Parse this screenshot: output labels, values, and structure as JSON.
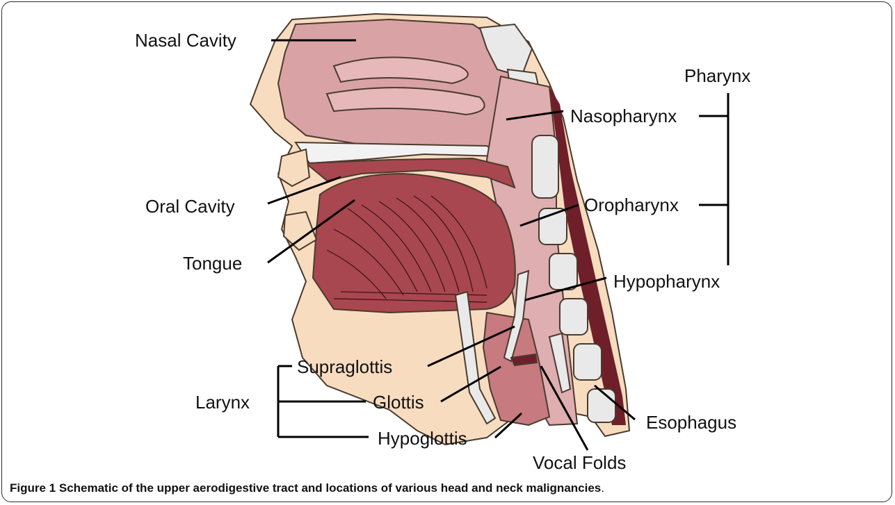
{
  "labels": {
    "nasal_cavity": "Nasal Cavity",
    "oral_cavity": "Oral Cavity",
    "tongue": "Tongue",
    "pharynx": "Pharynx",
    "nasopharynx": "Nasopharynx",
    "oropharynx": "Oropharynx",
    "hypopharynx": "Hypopharynx",
    "larynx": "Larynx",
    "supraglottis": "Supraglottis",
    "glottis": "Glottis",
    "hypoglottis": "Hypoglottis",
    "esophagus": "Esophagus",
    "vocal_folds": "Vocal Folds"
  },
  "caption": {
    "number": "Figure 1",
    "text": "Schematic of the upper aerodigestive tract and locations of various head and neck malignancies"
  },
  "colors": {
    "skin": "#f8dcc0",
    "tissue": "#d9a3a6",
    "muscle": "#a8474f",
    "dark_muscle": "#6e1f2a",
    "bone": "#e9e9e9",
    "cartilage": "#d8d8d8",
    "outline": "#4a3a2c"
  }
}
